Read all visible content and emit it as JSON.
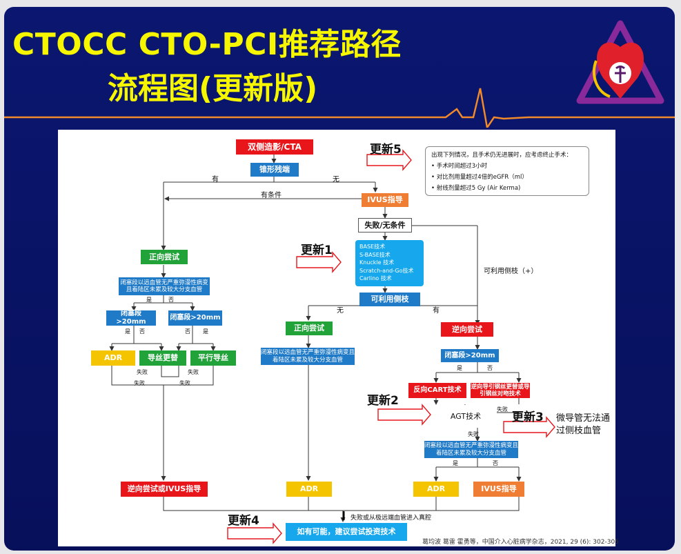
{
  "title": {
    "line1": "CTOCC CTO-PCI推荐路径",
    "line2": "流程图(更新版)"
  },
  "nodes": {
    "start": "双侧造影/CTA",
    "taper": "锥形残端",
    "ivus_guide": "IVUS指导",
    "fail_nocond": "失败/无条件",
    "techniques": [
      "BASE技术",
      "S-BASE技术",
      "Knuckle 技术",
      "Scratch-and-Go技术",
      "Carlino 技术"
    ],
    "side_branch": "可利用侧枝",
    "antegrade_left": "正向尝试",
    "cond_left": "闭塞段以远血管无严重弥漫性病变且着陆区未累及较大分支血管",
    "occ_left1": "闭塞段>20mm",
    "occ_left2": "闭塞段>20mm",
    "adr_left": "ADR",
    "wire_escalation": "导丝更替",
    "parallel_wire": "平行导丝",
    "retro_or_ivus": "逆向尝试或IVUS指导",
    "antegrade_mid": "正向尝试",
    "cond_mid": "闭塞段以远血管无严重弥漫性病变且着陆区未累及较大分支血管",
    "adr_mid": "ADR",
    "retrograde": "逆向尝试",
    "occ_right": "闭塞段>20mm",
    "reverse_cart": "反向CART技术",
    "retro_wire": "逆向导引钢丝更替或导引钢丝对吻技术",
    "agt": "AGT技术",
    "cond_right": "闭塞段以远血管无严重弥漫性病变且着陆区未累及较大分支血管",
    "adr_right": "ADR",
    "ivus_right": "IVUS指导",
    "final": "如有可能，建议尝试投资技术"
  },
  "labels": {
    "yes": "有",
    "no": "无",
    "conditional": "有条件",
    "is": "是",
    "not": "否",
    "fail": "失败",
    "side_plus": "可利用侧枝（+）",
    "fail_true_lumen": "失败或从极远端血管进入真腔"
  },
  "updates": {
    "u1": "更新1",
    "u2": "更新2",
    "u3": "更新3",
    "u4": "更新4",
    "u5": "更新5"
  },
  "stop_box": {
    "heading": "出现下列情况，且手术仍无进展时，应考虑终止手术：",
    "items": [
      "• 手术时间超过3小时",
      "• 对比剂用量超过4倍的eGFR（ml）",
      "• 射线剂量超过5 Gy (Air Kerma)"
    ]
  },
  "side_note": "微导管无法通过侧枝血管",
  "citation": "葛均波 葛雷 霍勇等，中国介入心脏病学杂志，2021, 29 (6): 302-305",
  "colors": {
    "red": "#e8151b",
    "blue": "#1f7ac7",
    "green": "#22a33a",
    "yellow": "#f4c400",
    "orange": "#ef7d34",
    "cyan": "#17a7ec",
    "title": "#f6f600",
    "bg": "#0b1670"
  }
}
